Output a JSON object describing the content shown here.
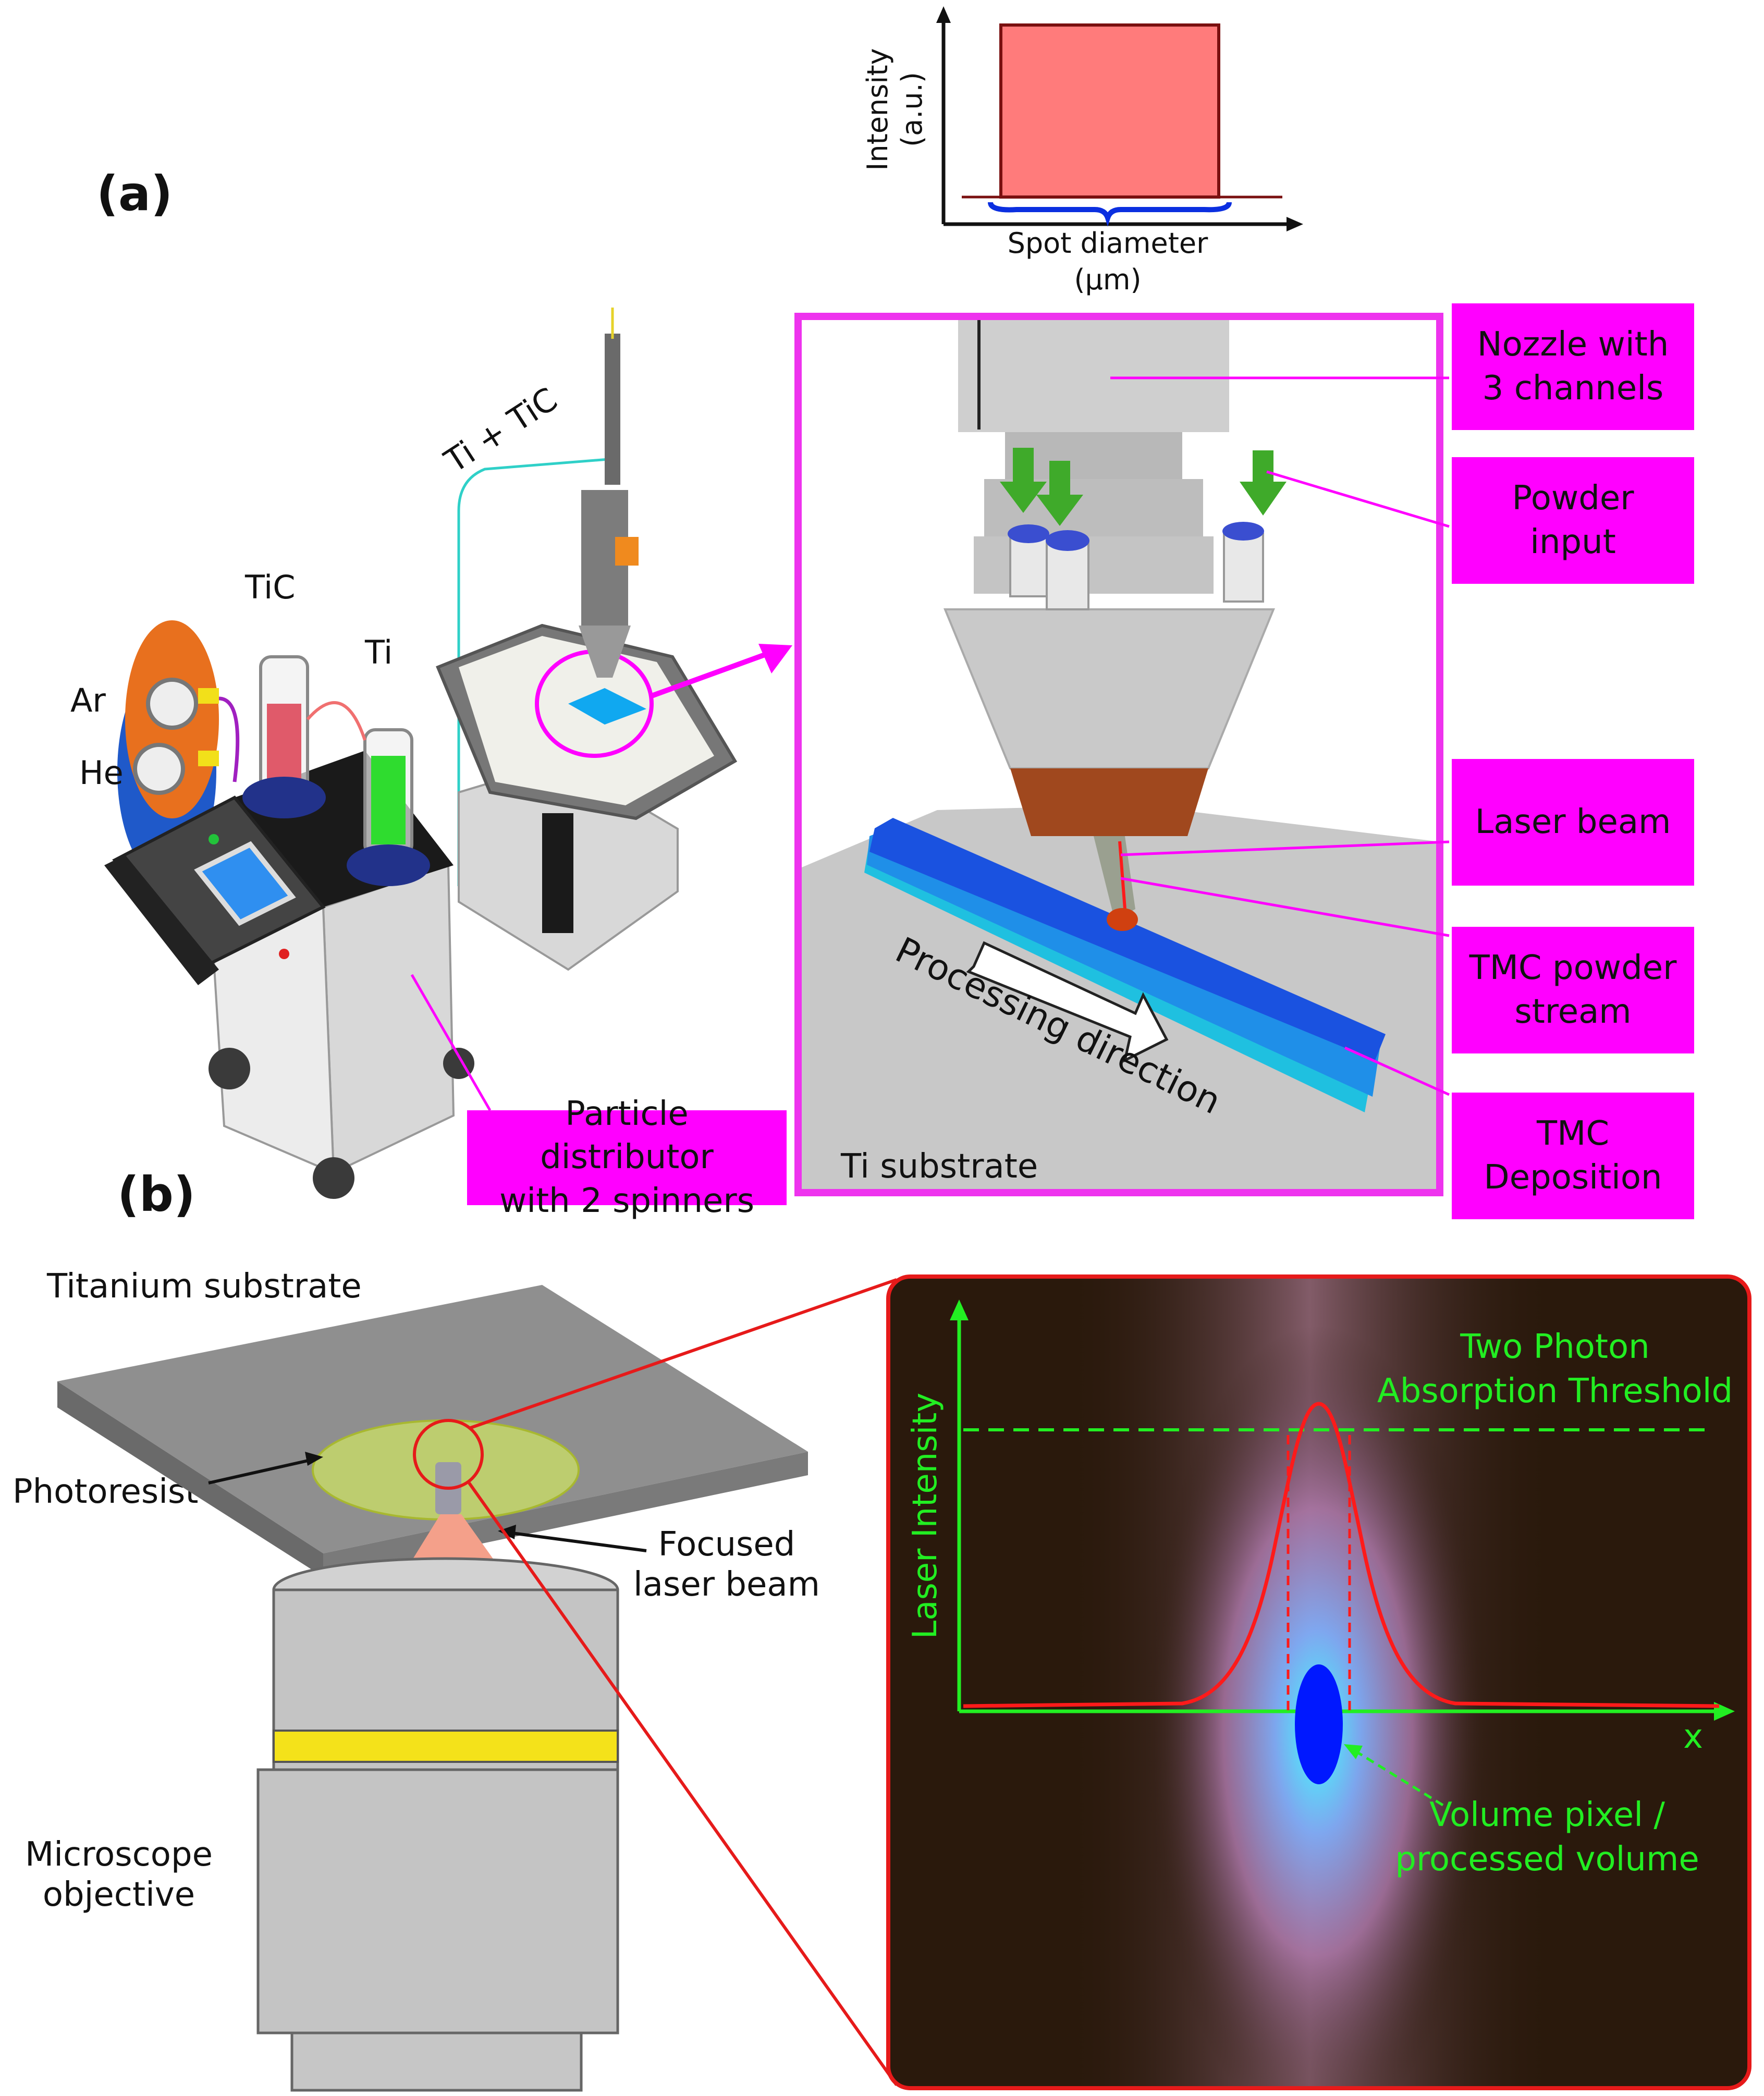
{
  "panel_a": {
    "letter": "(a)",
    "inset_plot": {
      "ylabel_line1": "Intensity",
      "ylabel_line2": "(a.u.)",
      "xlabel_line1": "Spot diameter",
      "xlabel_line2": "(µm)"
    },
    "machine_labels": {
      "ar": "Ar",
      "he": "He",
      "tic": "TiC",
      "ti": "Ti",
      "feed": "Ti + TiC"
    },
    "distributor_label_line1": "Particle distributor",
    "distributor_label_line2": "with 2 spinners",
    "zoom": {
      "processing_direction": "Processing direction",
      "substrate": "Ti substrate"
    },
    "callouts": [
      {
        "line1": "Nozzle with",
        "line2": "3 channels"
      },
      {
        "line1": "Powder",
        "line2": "input"
      },
      {
        "line1": "Laser beam",
        "line2": ""
      },
      {
        "line1": "TMC powder",
        "line2": "stream"
      },
      {
        "line1": "TMC",
        "line2": "Deposition"
      }
    ]
  },
  "panel_b": {
    "letter": "(b)",
    "titanium_substrate": "Titanium substrate",
    "photoresist": "Photoresist",
    "focused_line1": "Focused",
    "focused_line2": "laser beam",
    "microscope_line1": "Microscope",
    "microscope_line2": "objective",
    "inset": {
      "threshold_line1": "Two Photon",
      "threshold_line2": "Absorption Threshold",
      "ylabel": "Laser Intensity",
      "xlabel": "x",
      "voxel_line1": "Volume pixel /",
      "voxel_line2": "processed volume"
    }
  },
  "colors": {
    "magenta": "#ff00ff",
    "top_hat": "#ff7b7b",
    "inset_green": "#22ee22",
    "gaussian_red": "#ff1a1a",
    "voxel_blue": "#0018ff"
  }
}
